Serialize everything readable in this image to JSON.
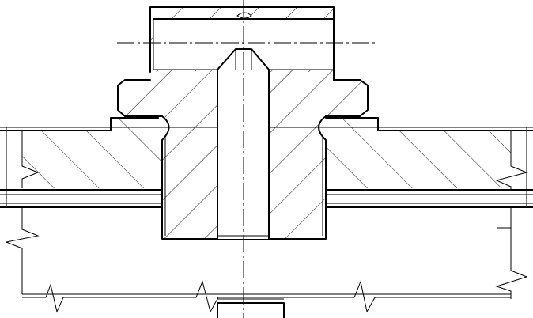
{
  "drawing": {
    "type": "technical-section-view",
    "parts": [
      "upper-boss",
      "bushing",
      "bore",
      "plate",
      "lower-block"
    ],
    "colors": {
      "line": "#000000",
      "background": "#ffffff"
    }
  }
}
